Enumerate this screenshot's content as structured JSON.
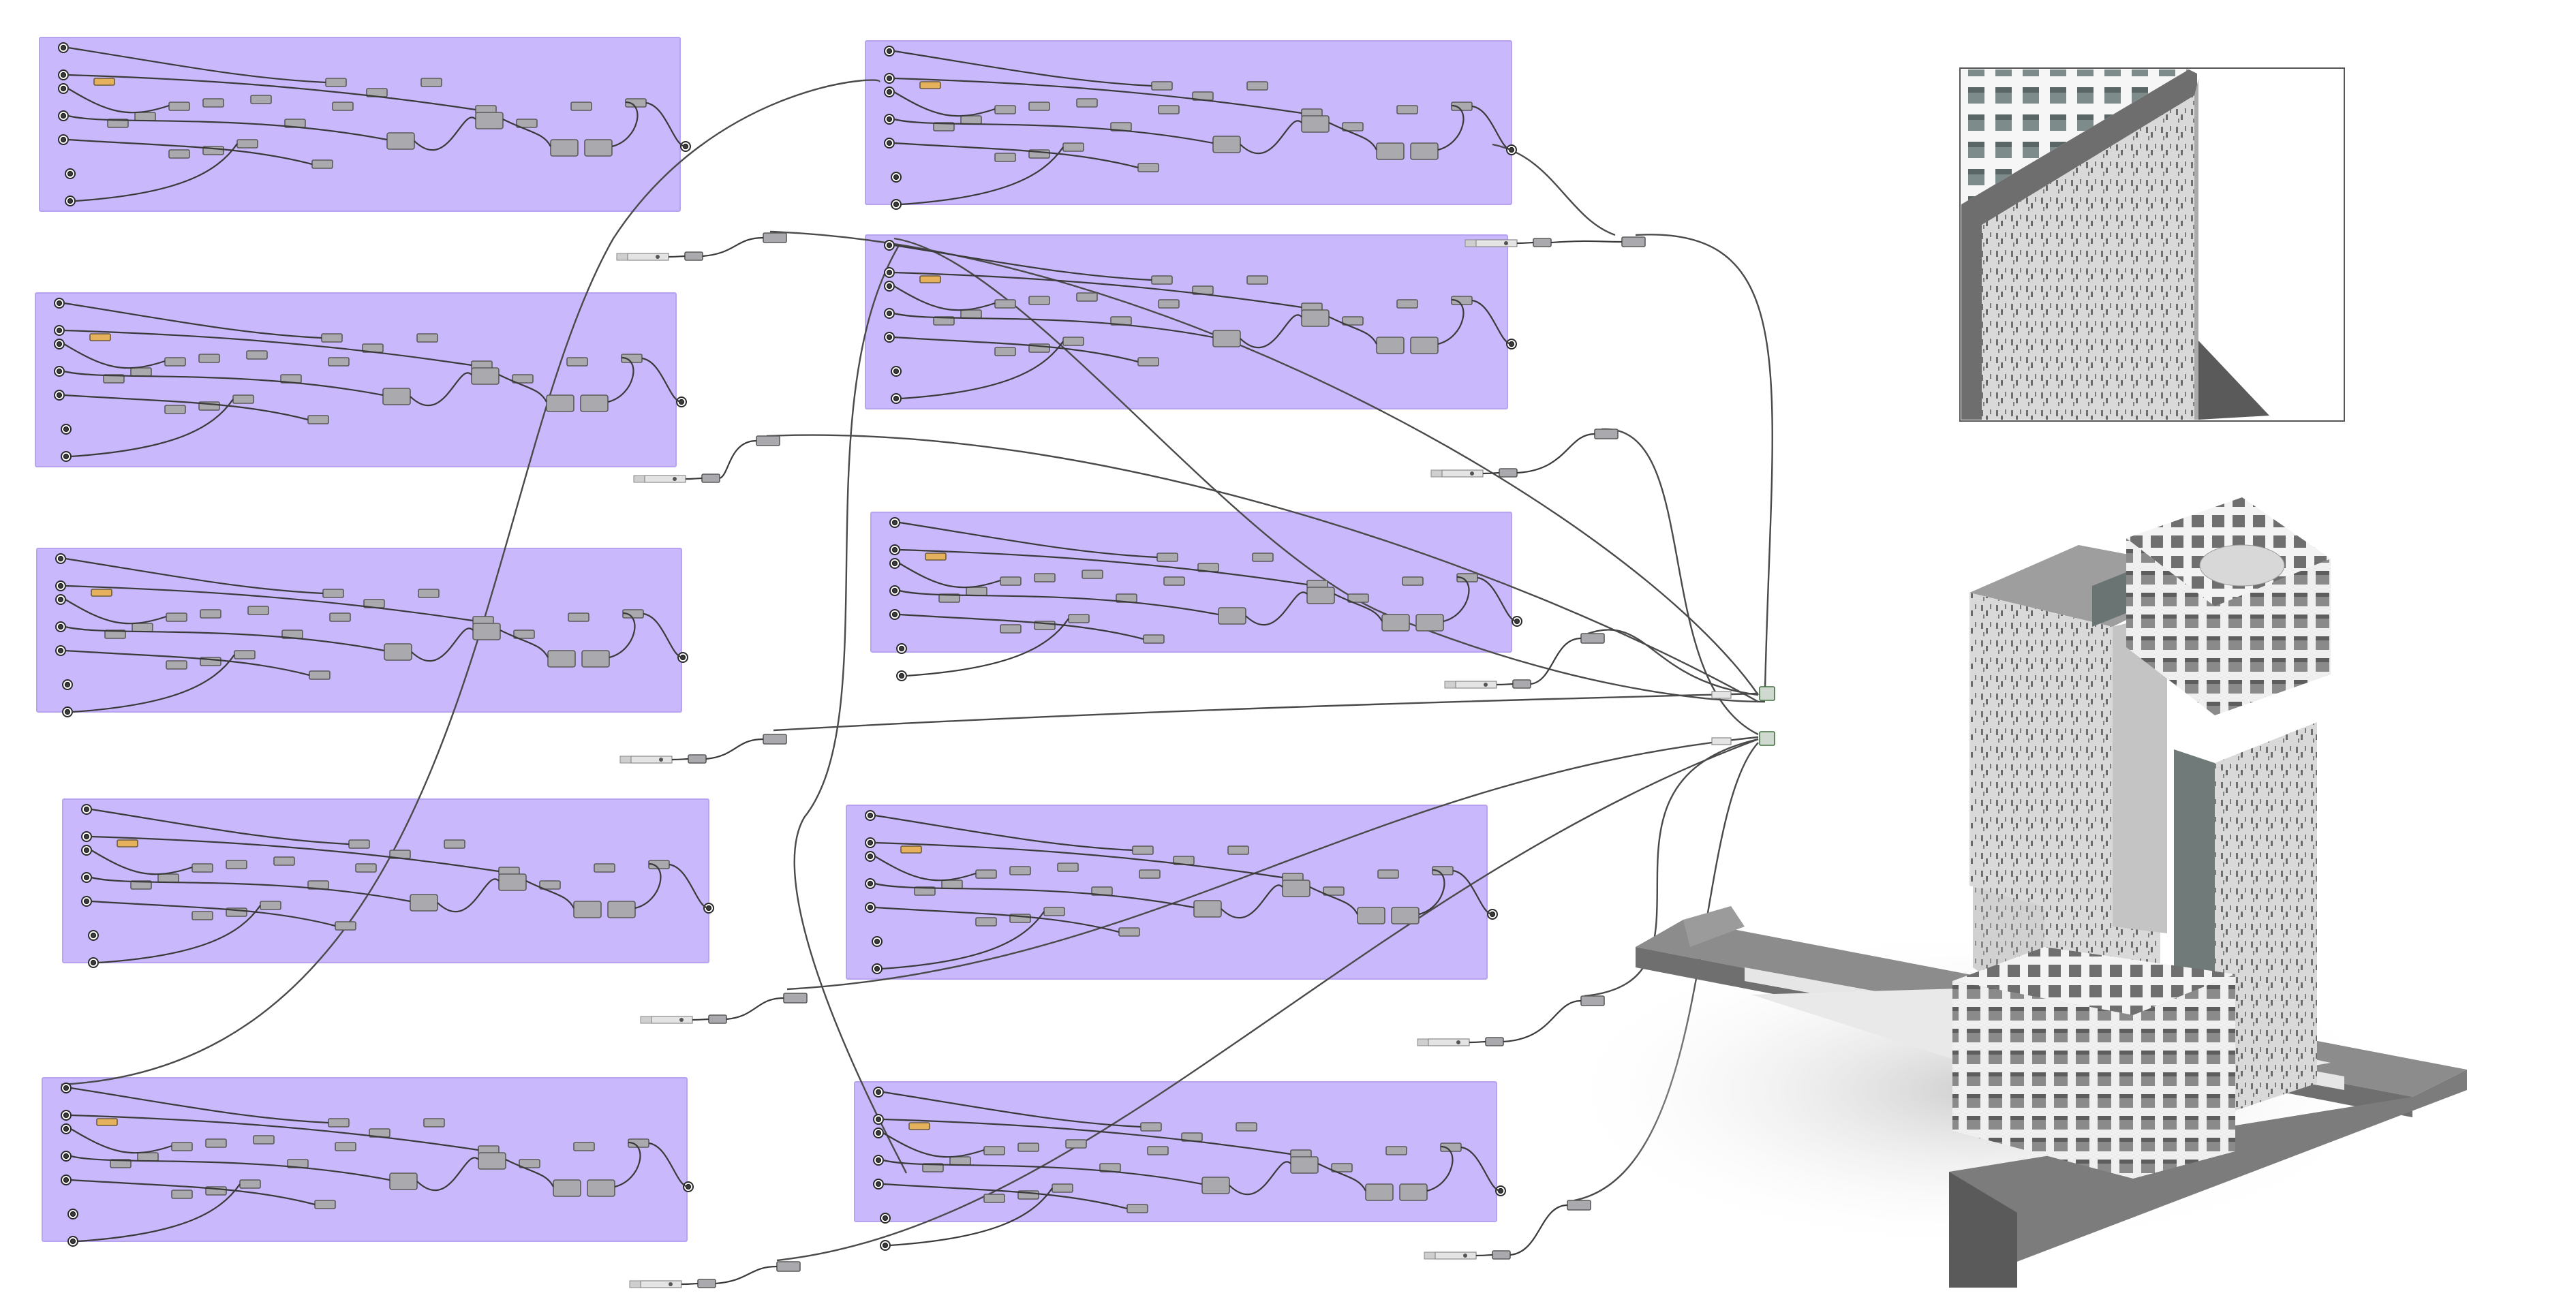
{
  "app": {
    "title": "",
    "canvas": "definition-graph"
  },
  "groups": [
    {
      "id": "group-1",
      "color": "#c9b8fb"
    },
    {
      "id": "group-2",
      "color": "#c9b8fb"
    },
    {
      "id": "group-3",
      "color": "#c9b8fb"
    },
    {
      "id": "group-4",
      "color": "#c9b8fb"
    },
    {
      "id": "group-5",
      "color": "#c9b8fb"
    },
    {
      "id": "group-6",
      "color": "#c9b8fb"
    },
    {
      "id": "group-7",
      "color": "#c9b8fb"
    },
    {
      "id": "group-8",
      "color": "#c9b8fb"
    },
    {
      "id": "group-9",
      "color": "#c9b8fb"
    },
    {
      "id": "group-10",
      "color": "#c9b8fb"
    }
  ],
  "sliders": [
    {
      "label": "",
      "value": ""
    },
    {
      "label": "",
      "value": ""
    },
    {
      "label": "",
      "value": ""
    },
    {
      "label": "",
      "value": ""
    },
    {
      "label": "",
      "value": ""
    },
    {
      "label": "",
      "value": ""
    },
    {
      "label": "",
      "value": ""
    },
    {
      "label": "",
      "value": ""
    },
    {
      "label": "",
      "value": ""
    },
    {
      "label": "",
      "value": ""
    }
  ],
  "viewport": {
    "model": "tower-massing",
    "icons": [
      "tower-icon",
      "perforated-facade-icon",
      "grid-facade-icon",
      "base-plate-icon"
    ]
  },
  "colors": {
    "group_fill": "#c9b8fb",
    "component": "#a9a9ae",
    "wire": "#3a3a3a",
    "accent_orange": "#e6b15c",
    "output_green": "#3f6e3f"
  }
}
